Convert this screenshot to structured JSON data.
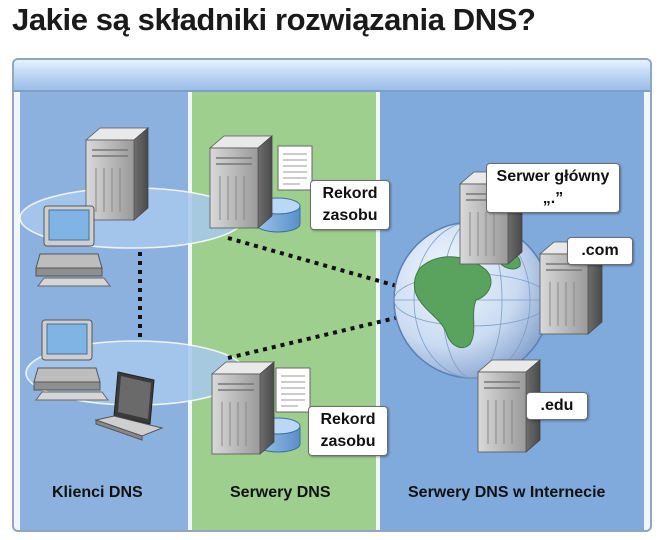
{
  "title": "Jakie są składniki rozwiązania DNS?",
  "columns": {
    "clients": "Klienci DNS",
    "servers": "Serwery DNS",
    "internet": "Serwery DNS w Internecie"
  },
  "callouts": {
    "record_top_line1": "Rekord",
    "record_top_line2": "zasobu",
    "record_bottom_line1": "Rekord",
    "record_bottom_line2": "zasobu",
    "root_server": "Serwer główny „.”",
    "com": ".com",
    "edu": ".edu"
  },
  "colors": {
    "clients_panel": "#8db1de",
    "servers_panel": "#9fcf8f",
    "internet_panel": "#80aadc"
  }
}
